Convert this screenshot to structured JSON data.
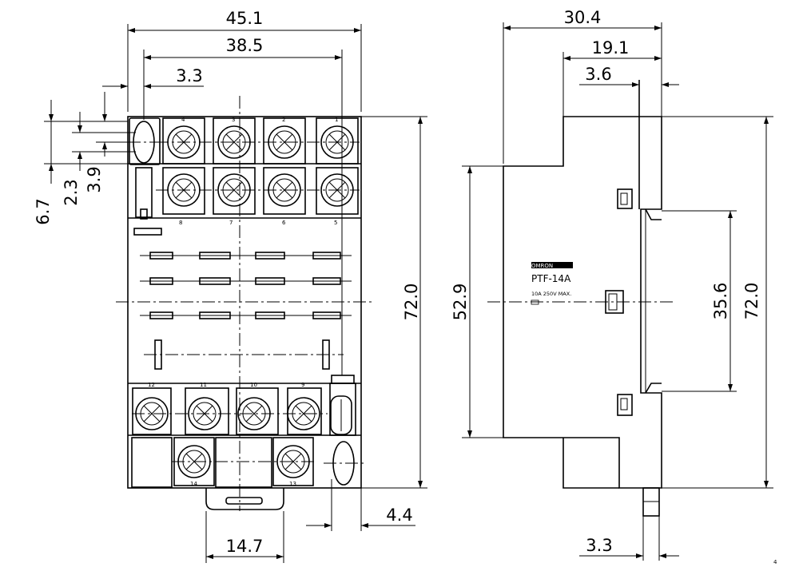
{
  "front_view": {
    "dimensions": {
      "overall_width": "45.1",
      "mount_hole_spacing": "38.5",
      "hole_offset": "3.3",
      "height_6_7": "6.7",
      "height_2_3": "2.3",
      "height_3_9": "3.9",
      "overall_height": "72.0",
      "slot_width": "14.7",
      "side_offset": "4.4"
    },
    "terminal_numbers": {
      "top_row": [
        "4",
        "3",
        "2",
        "1"
      ],
      "second_row": [
        "8",
        "7",
        "6",
        "5"
      ],
      "third_row": [
        "12",
        "11",
        "10",
        "9"
      ],
      "bottom_row": [
        "14",
        "13"
      ]
    }
  },
  "side_view": {
    "dimensions": {
      "depth": "30.4",
      "rail_depth": "19.1",
      "clip_offset": "3.6",
      "body_height": "52.9",
      "rail_height": "35.6",
      "overall_height": "72.0",
      "bottom_offset": "3.3"
    },
    "label": {
      "brand": "OMRON",
      "model": "PTF-14A",
      "rating": "10A 250V MAX."
    }
  },
  "marks": {
    "corner": "4"
  }
}
